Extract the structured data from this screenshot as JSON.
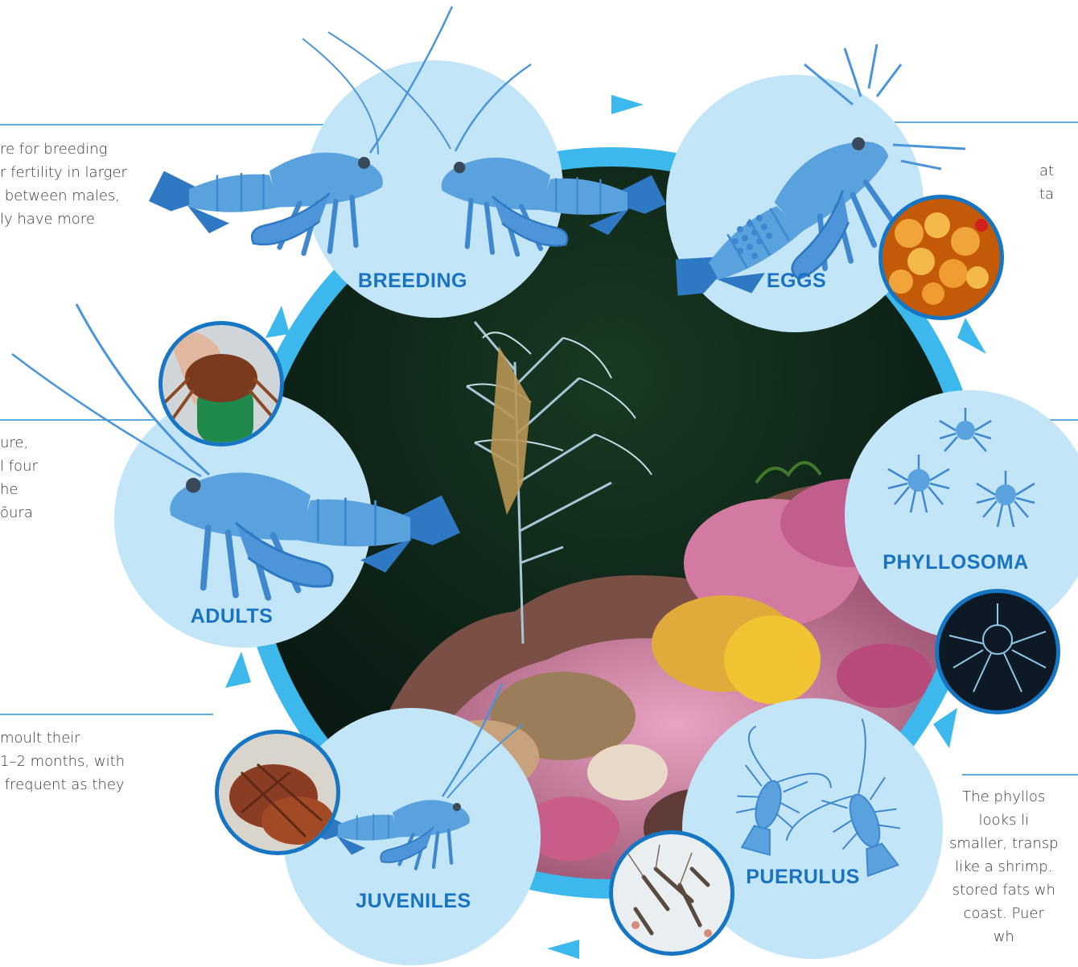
{
  "stages": {
    "breeding": "BREEDING",
    "eggs": "EGGS",
    "phyllosoma": "PHYLLOSOMA",
    "puerulus": "PUERULUS",
    "juveniles": "JUVENILES",
    "adults": "ADULTS"
  },
  "notes": {
    "breeding": "re for breeding\nr fertility in larger\n between males,\nly have more",
    "eggs": "at\nta",
    "adults": "ure,\nl four\nhe\nōura",
    "juveniles": "moult their\n1–2 months, with\n frequent as they",
    "puerulus": "The phyllos\nlooks li\nsmaller, transp\nlike a shrimp.\nstored fats wh\ncoast. Puer\nwh"
  },
  "colors": {
    "ring": "#3cb8ec",
    "circle": "#c2e6f8",
    "lobster": "#5aa2de",
    "lobster_dark": "#2f79c4",
    "label": "#1a73c2",
    "photo_ring": "#1676c3",
    "leader_line": "#2a8fd0"
  },
  "icons": [
    "lobster-illustration",
    "phyllosoma-larva-icon",
    "puerulus-icon",
    "egg-photo",
    "larva-photo",
    "puerulus-photo",
    "juvenile-photo",
    "adult-photo",
    "reef-photo"
  ]
}
